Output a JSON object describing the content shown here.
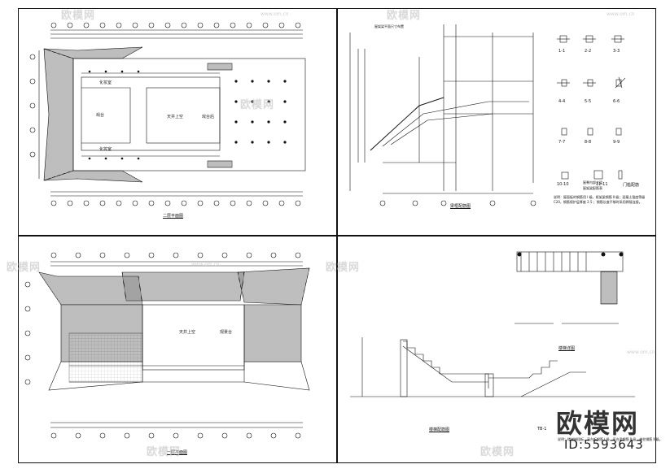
{
  "watermark": {
    "brand": "欧模网",
    "url": "www.om.cn"
  },
  "brand_overlay": {
    "name": "欧模网",
    "id": "ID:5593643"
  },
  "panels": {
    "second_floor_plan": {
      "title": "二层平面图",
      "rooms": [
        "戏台",
        "天井上空",
        "化妆室",
        "戏台后",
        "化妆室"
      ]
    },
    "frame_reinforcement": {
      "title": "梁框配筋图",
      "section_labels": [
        "屋架梁平面尺寸布置"
      ]
    },
    "section_details": {
      "sections": [
        "1-1",
        "2-2",
        "3-3",
        "4-4",
        "5-5",
        "6-6",
        "7-7",
        "8-8",
        "9-9",
        "10-10",
        "11-11"
      ],
      "labels": [
        "屋脊内部大梁",
        "屋架梁配筋表",
        "门槛配筋"
      ],
      "note": "说明：屋面板的钢筋用 Ⅰ 级，框架梁钢筋 Ⅱ 级；混凝土强度等级 C20，钢筋保护层厚度 2.5 ；钢筋长度不够时采用焊接连接。"
    },
    "first_floor_plan": {
      "title": "一层平面图",
      "rooms": [
        "天井上空",
        "观景台"
      ]
    },
    "stair_plan": {
      "title": "楼梯详图"
    },
    "stair_reinforcement": {
      "title": "楼梯配筋图",
      "tag": "TB-1",
      "note": "说明：楼梯梯段板、平台板钢筋 Ⅰ 级，平台梁钢筋 Ⅱ 级，梯柱钢筋 Ⅱ 级。"
    }
  }
}
